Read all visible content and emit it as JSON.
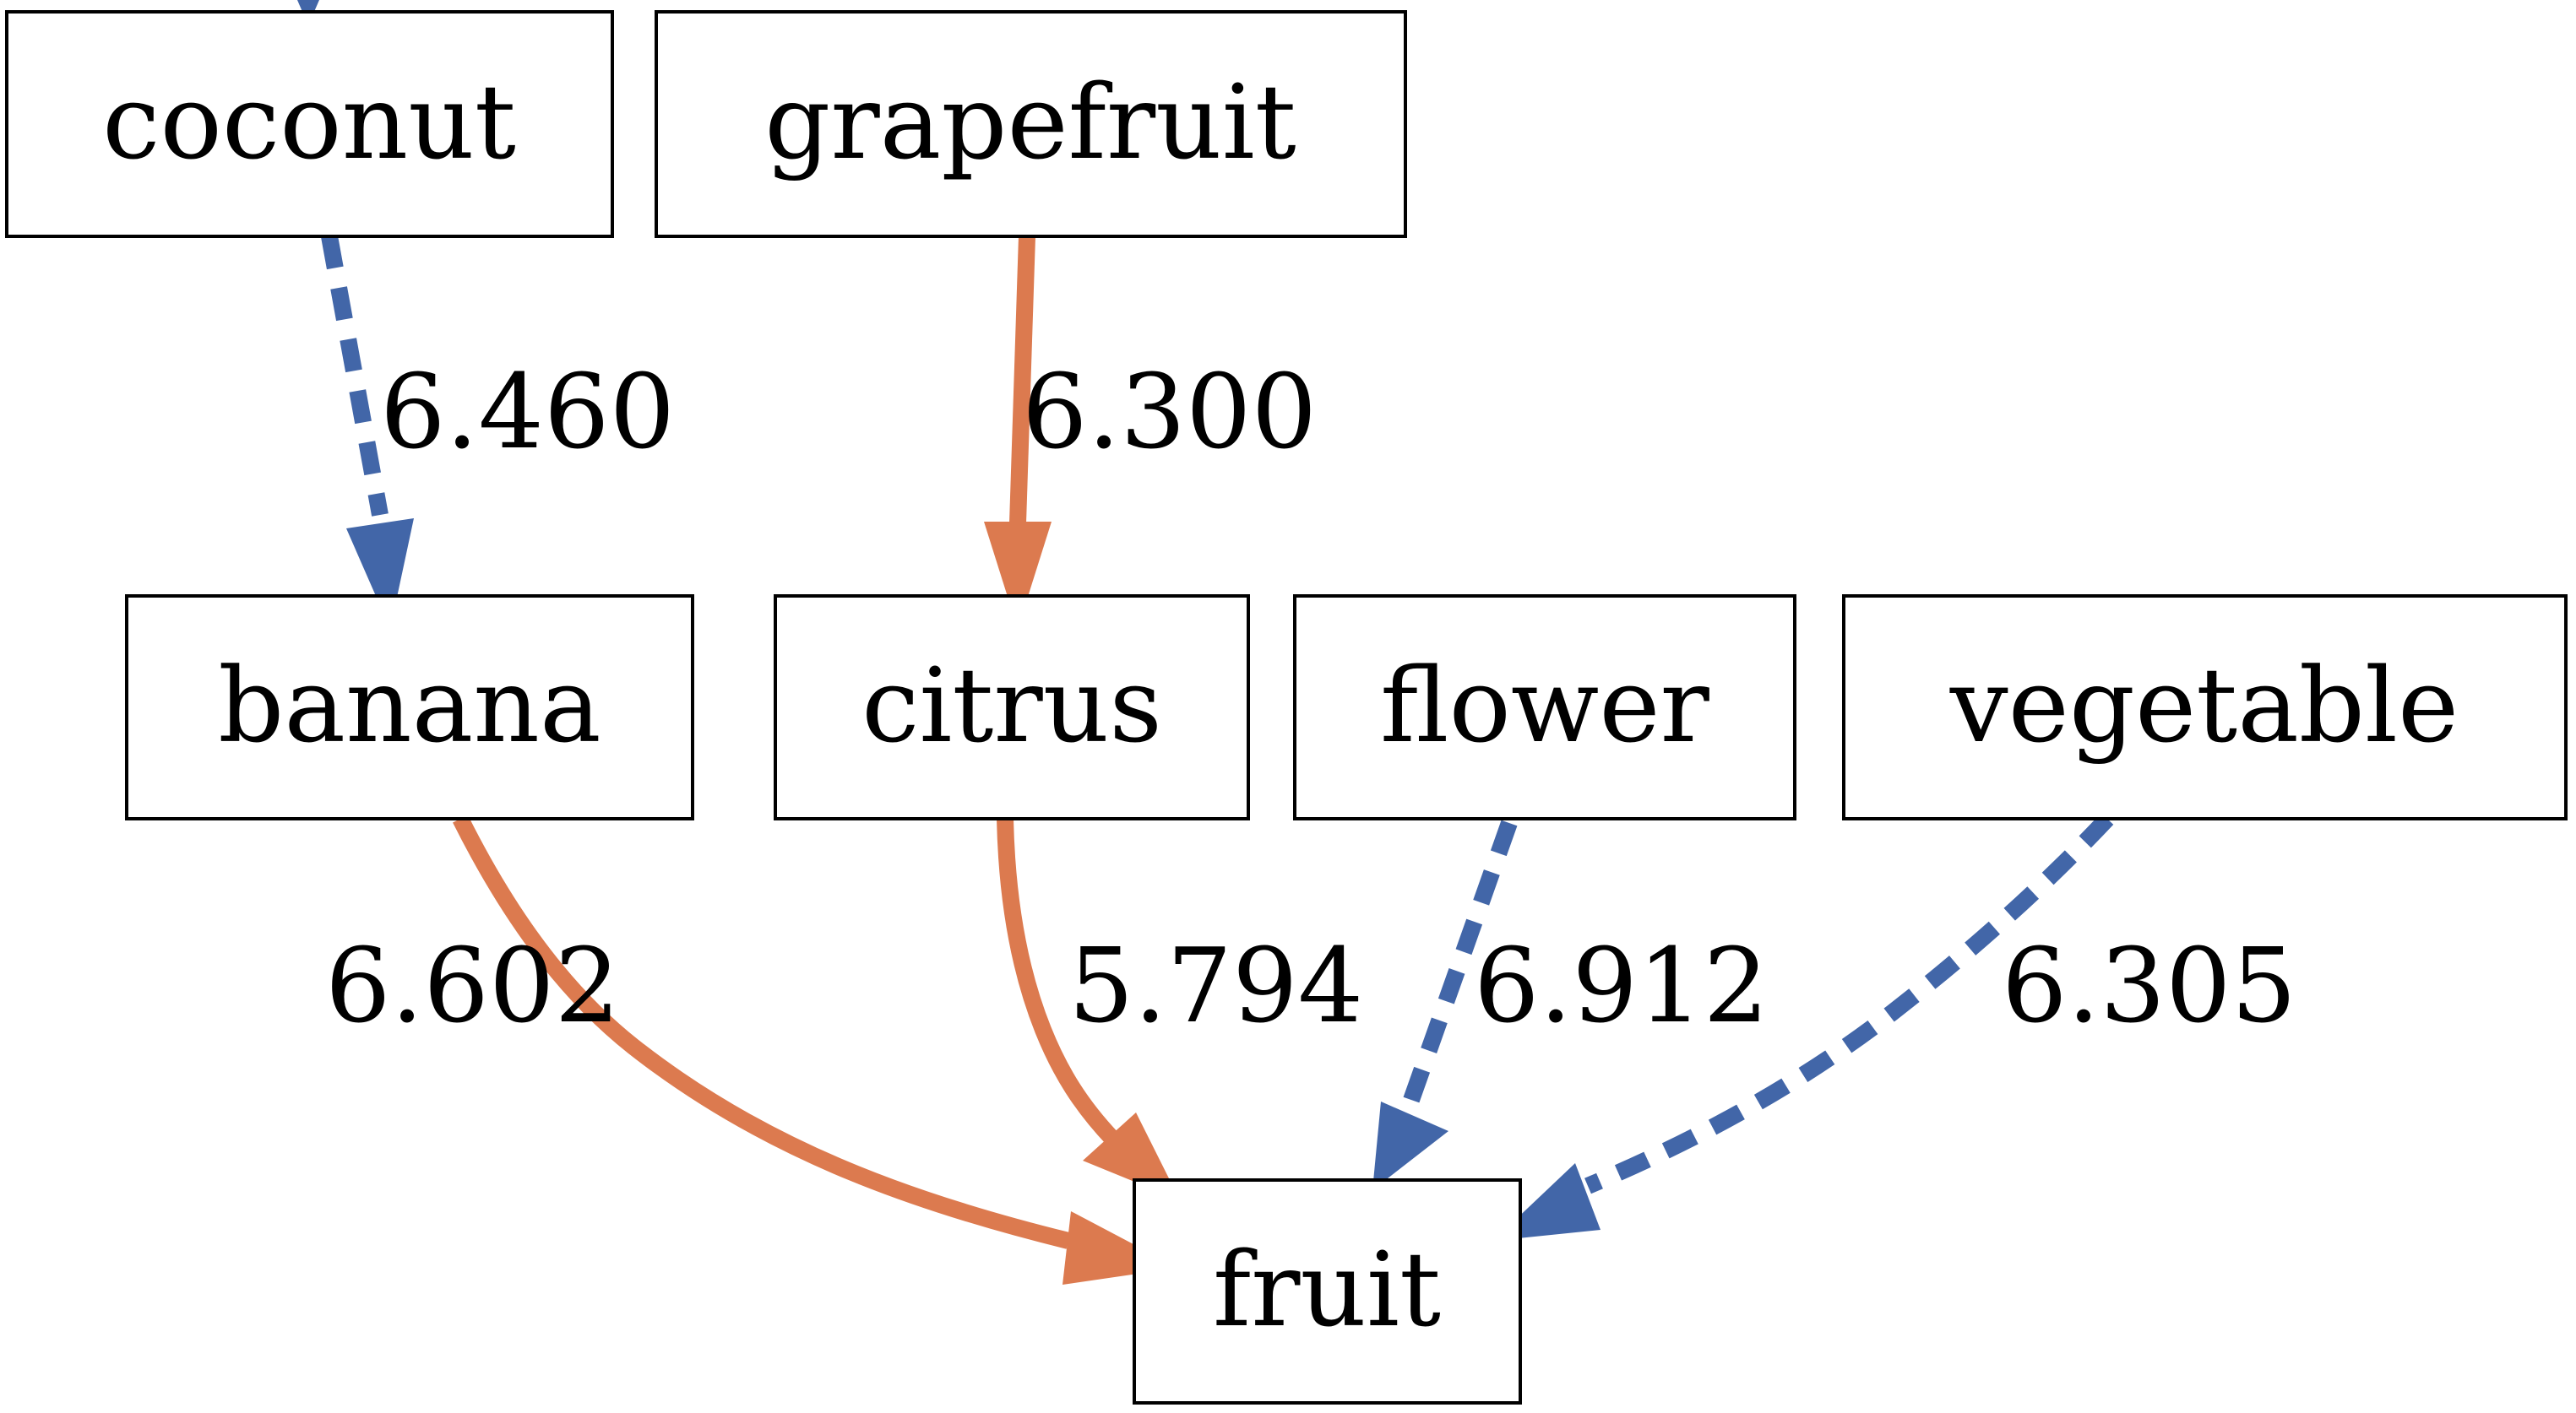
{
  "colors": {
    "solid_edge": "#dc7a4f",
    "dashed_edge": "#4266a8",
    "node_border": "#000000",
    "text": "#000000",
    "background": "#ffffff"
  },
  "nodes": {
    "coconut": "coconut",
    "grapefruit": "grapefruit",
    "banana": "banana",
    "citrus": "citrus",
    "flower": "flower",
    "vegetable": "vegetable",
    "fruit": "fruit"
  },
  "edges": [
    {
      "from": "coconut",
      "to": "banana",
      "label": "6.460",
      "style": "dashed"
    },
    {
      "from": "grapefruit",
      "to": "citrus",
      "label": "6.300",
      "style": "solid"
    },
    {
      "from": "banana",
      "to": "fruit",
      "label": "6.602",
      "style": "solid"
    },
    {
      "from": "citrus",
      "to": "fruit",
      "label": "5.794",
      "style": "solid"
    },
    {
      "from": "flower",
      "to": "fruit",
      "label": "6.912",
      "style": "dashed"
    },
    {
      "from": "vegetable",
      "to": "fruit",
      "label": "6.305",
      "style": "dashed"
    }
  ]
}
